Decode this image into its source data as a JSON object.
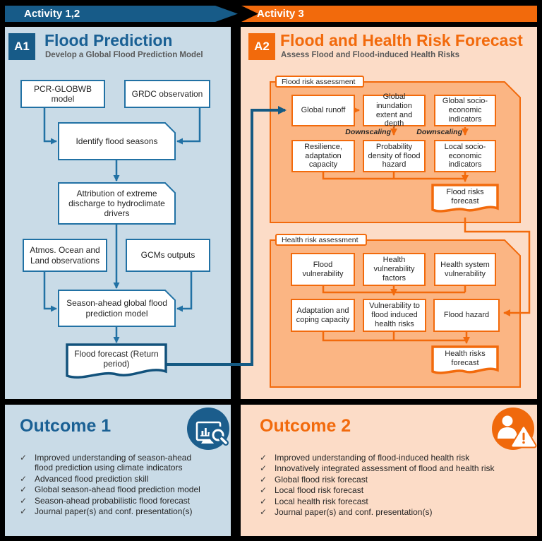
{
  "header": {
    "activity_left": "Activity 1,2",
    "activity_right": "Activity 3"
  },
  "glyphs": {
    "check": "✓"
  },
  "colors": {
    "dark_blue": "#175B88",
    "box_border_blue": "#2171A4",
    "doc_border_blue": "#12527C",
    "light_blue_bg": "#C9DBE7",
    "orange": "#F26A0C",
    "light_orange_bg": "#FCDCC7",
    "mid_orange_bg": "#FBB583",
    "text": "#262626",
    "subtitle_gray": "#595959"
  },
  "a1": {
    "badge": "A1",
    "title": "Flood Prediction",
    "subtitle": "Develop a Global Flood Prediction Model",
    "boxes": {
      "pcr": "PCR-GLOBWB model",
      "grdc": "GRDC observation",
      "identify": "Identify flood seasons",
      "attribution": "Attribution of extreme discharge to hydroclimate drivers",
      "atmos": "Atmos. Ocean and Land observations",
      "gcms": "GCMs outputs",
      "season": "Season-ahead global flood prediction model",
      "forecast": "Flood forecast (Return period)"
    }
  },
  "a2": {
    "badge": "A2",
    "title": "Flood and Health Risk Forecast",
    "subtitle": "Assess Flood and Flood-induced Health Risks",
    "flood_panel": {
      "tab": "Flood risk assessment",
      "runoff": "Global runoff",
      "inundation": "Global inundation extent and depth",
      "global_socio": "Global socio-economic indicators",
      "downscaling": "Downscaling",
      "resilience": "Resilience, adaptation capacity",
      "probability": "Probability density of flood hazard",
      "local_socio": "Local socio-economic indicators",
      "forecast": "Flood risks forecast"
    },
    "health_panel": {
      "tab": "Health risk assessment",
      "flood_vuln": "Flood vulnerability",
      "health_vuln": "Health vulnerability factors",
      "system_vuln": "Health system vulnerability",
      "adaptation": "Adaptation and coping capacity",
      "vuln_health": "Vulnerability to flood induced health risks",
      "hazard": "Flood hazard",
      "forecast": "Health risks forecast"
    }
  },
  "outcome1": {
    "title": "Outcome 1",
    "items": [
      "Improved understanding of season-ahead flood prediction using climate indicators",
      "Advanced flood prediction skill",
      "Global season-ahead flood prediction model",
      "Season-ahead probabilistic flood forecast",
      "Journal paper(s) and conf. presentation(s)"
    ]
  },
  "outcome2": {
    "title": "Outcome 2",
    "items": [
      "Improved understanding of flood-induced health risk",
      "Innovatively integrated assessment of flood and health risk",
      "Global flood risk forecast",
      "Local flood risk forecast",
      "Local health risk forecast",
      "Journal paper(s) and conf. presentation(s)"
    ]
  }
}
